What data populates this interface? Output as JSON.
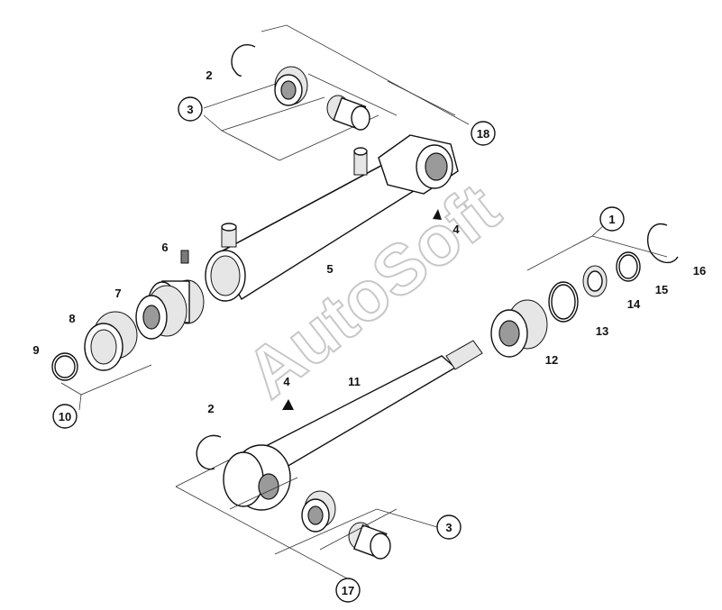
{
  "watermark": "AutoSoft",
  "callouts": {
    "c1": "1",
    "c2a": "2",
    "c2b": "2",
    "c3a": "3",
    "c3b": "3",
    "c4a": "4",
    "c4b": "4",
    "c5": "5",
    "c6": "6",
    "c7": "7",
    "c8": "8",
    "c9": "9",
    "c10": "10",
    "c11": "11",
    "c12": "12",
    "c13": "13",
    "c14": "14",
    "c15": "15",
    "c16": "16",
    "c17": "17",
    "c18": "18"
  }
}
